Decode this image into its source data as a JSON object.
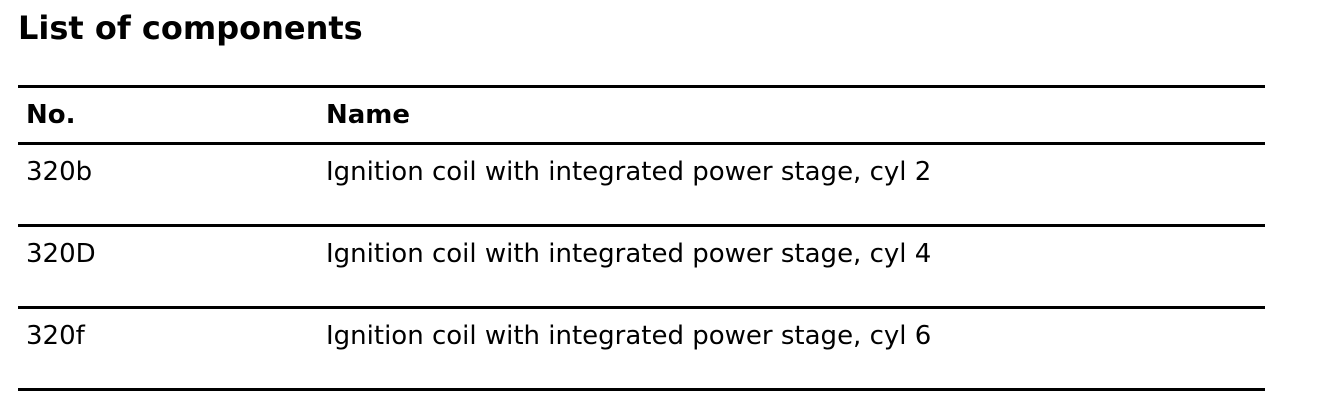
{
  "title": "List of components",
  "table": {
    "headers": {
      "no": "No.",
      "name": "Name"
    },
    "rows": [
      {
        "no": "320b",
        "name": "Ignition coil with integrated power stage, cyl 2"
      },
      {
        "no": "320D",
        "name": "Ignition coil with integrated power stage, cyl 4"
      },
      {
        "no": "320f",
        "name": "Ignition coil with integrated power stage, cyl 6"
      }
    ]
  }
}
